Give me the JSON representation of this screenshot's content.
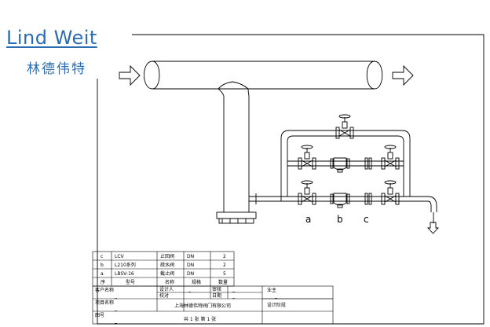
{
  "brand": {
    "name_en": "Lind Weit",
    "name_cn": "林德伟特"
  },
  "branch_labels": [
    "a",
    "b",
    "c"
  ],
  "bom_rows": [
    {
      "mark": "c",
      "model": "LCV",
      "name": "止回阀",
      "spec": "DN",
      "qty": "2"
    },
    {
      "mark": "b",
      "model": "L210系列",
      "name": "疏水阀",
      "spec": "DN",
      "qty": "2"
    },
    {
      "mark": "a",
      "model": "LBSV-16",
      "name": "截止阀",
      "spec": "DN",
      "qty": "5"
    }
  ],
  "bom_header": [
    "序",
    "型号",
    "名称",
    "规格",
    "数量"
  ],
  "title_block": {
    "customer_label": "客户名称",
    "customer_value": "_",
    "project_label": "项目名称",
    "project_value": "_",
    "diagram_label": "图号",
    "diagram_value": "_",
    "designer_label": "设计人",
    "designer_value": "_",
    "reviewer_label": "审核",
    "reviewer_value": "_",
    "checker_label": "校对",
    "date_label": "日期",
    "date_value": "_",
    "customer_code_label": "业主",
    "customer_code_value": "_",
    "design_phase_label": "设计阶段",
    "company": "上海林德伟特阀门有限公司",
    "sheet": "共 1 张 第 1 张"
  },
  "colors": {
    "brand": "#2a6db0",
    "line": "#000000"
  }
}
